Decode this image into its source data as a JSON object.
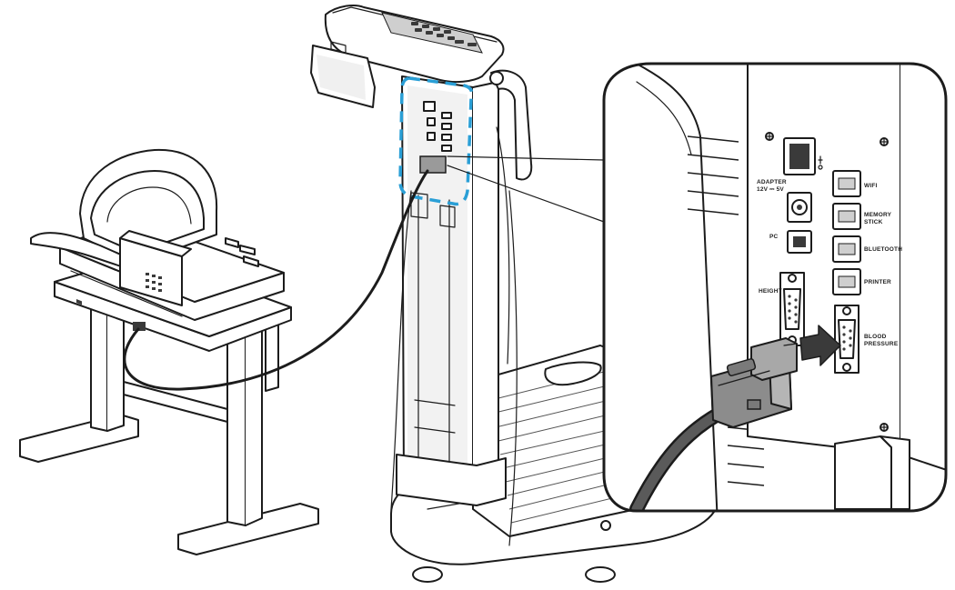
{
  "port_labels": {
    "wifi": "WIFI",
    "memory_stick_1": "MEMORY",
    "memory_stick_2": "STICK",
    "bluetooth": "BLUETOOTH",
    "printer": "PRINTER",
    "adapter_1": "ADAPTER",
    "adapter_2": "12V ⎓ 5V",
    "pc": "PC",
    "height": "HEIGHT",
    "blood_pressure_1": "BLOOD",
    "blood_pressure_2": "PRESSURE"
  },
  "colors": {
    "highlight": "#2a9fd6",
    "line": "#1c1c1c",
    "panel": "#f2f2f2",
    "connector": "#8c8c8c"
  }
}
